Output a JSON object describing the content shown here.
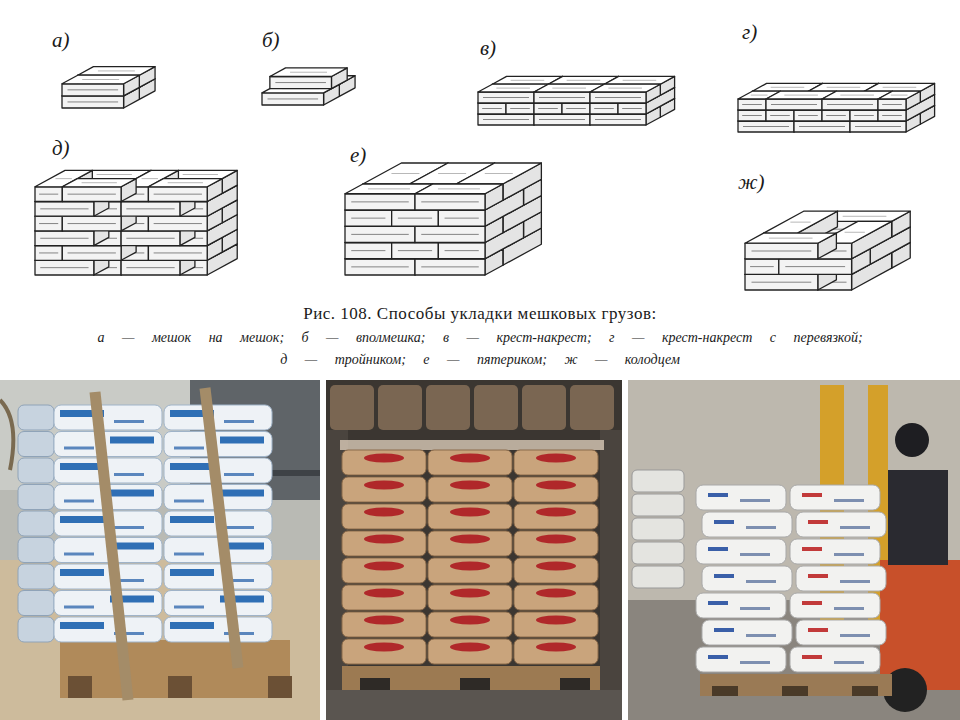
{
  "diagram": {
    "caption": "Рис. 108. Способы укладки мешковых грузов:",
    "labels": [
      "а)",
      "б)",
      "в)",
      "г)",
      "д)",
      "е)",
      "ж)",
      "а — мешок на мешок; б — вполмешка; в — крест-накрест; г — крест-накрест с перевязкой;",
      "д — тройником; е — пятериком; ж — колодцем"
    ]
  }
}
